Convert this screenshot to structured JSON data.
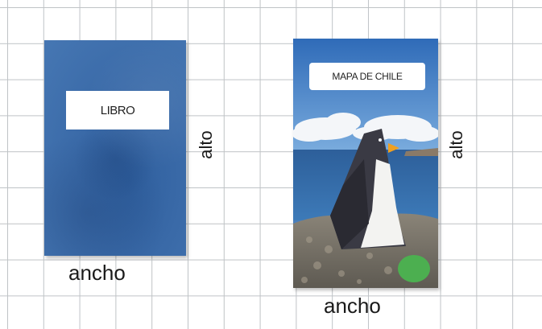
{
  "book_left": {
    "cover_label": "LIBRO",
    "color": "#3a6aa8"
  },
  "book_right": {
    "cover_label": "MAPA DE CHILE",
    "color": "#4b7fbb",
    "dot_color": "#4caf50"
  },
  "labels": {
    "width_left": "ancho",
    "height_left": "alto",
    "width_right": "ancho",
    "height_right": "alto"
  },
  "grid": {
    "line_color": "#bfc3c6"
  }
}
